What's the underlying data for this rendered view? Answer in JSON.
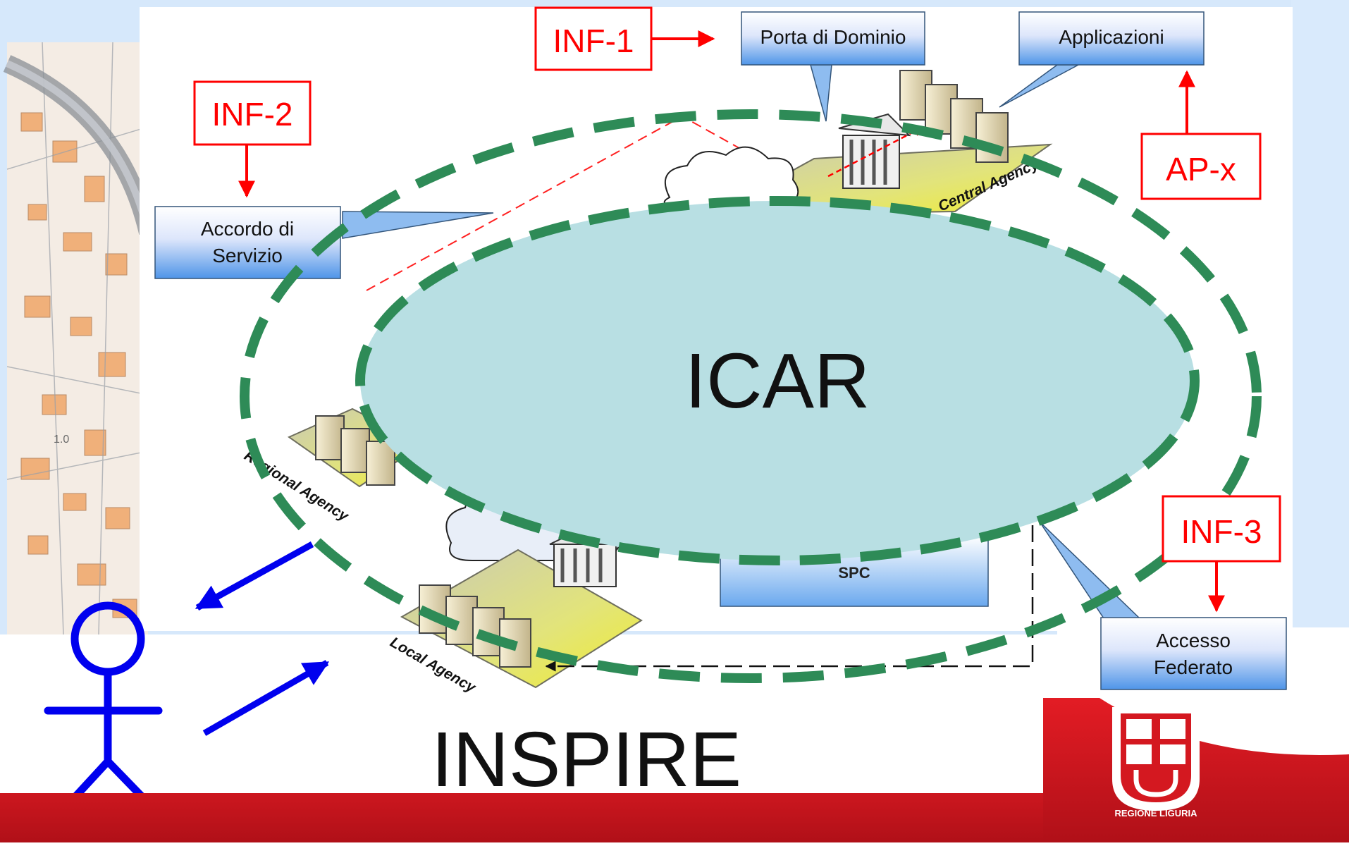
{
  "labels": {
    "inf1": "INF-1",
    "inf2": "INF-2",
    "inf3": "INF-3",
    "apx": "AP-x",
    "porta": "Porta di Dominio",
    "applicazioni": "Applicazioni",
    "accordo_line1": "Accordo di",
    "accordo_line2": "Servizio",
    "central": "Central Agency",
    "regional": "Regional Agency",
    "local": "Local Agency",
    "spc": "SPC",
    "accesso_line1": "Accesso",
    "accesso_line2": "Federato",
    "icar": "ICAR",
    "inspire": "INSPIRE",
    "logo_text": "REGIONE LIGURIA"
  },
  "colors": {
    "red_label": "#ff0000",
    "dashed_green": "#2e8b57",
    "icar_fill": "#b8dfe3",
    "arrow_blue": "#0000ee",
    "callout_top": "#ffffff",
    "callout_bottom": "#5a9ae6",
    "footer_red": "#d41820",
    "panel_bg": "#e6f1fc"
  },
  "icons": [
    "building-icon",
    "server-icon",
    "cloud-icon",
    "stick-figure-icon",
    "regione-liguria-logo"
  ]
}
